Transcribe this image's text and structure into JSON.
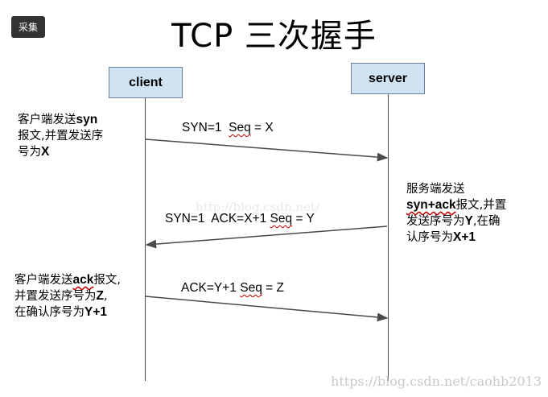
{
  "badge": "采集",
  "title": "TCP 三次握手",
  "participants": {
    "client": "client",
    "server": "server"
  },
  "messages": {
    "m1": {
      "pre": "SYN=1  ",
      "seq": "Seq",
      "post": " = X"
    },
    "m2": {
      "pre": "SYN=1  ACK=X+1 ",
      "seq": "Seq",
      "post": " = Y"
    },
    "m3": {
      "pre": "ACK=Y+1 ",
      "seq": "Seq",
      "post": " = Z"
    }
  },
  "notes": {
    "client1": {
      "l1a": "客户端发送",
      "l1b": "syn",
      "l2": "报文,并置发送序",
      "l3a": "号为",
      "l3b": "X"
    },
    "server1": {
      "l1": "服务端发送",
      "l2a": "syn+ack",
      "l2b": "报文,并置",
      "l3a": "发送序号为",
      "l3b": "Y",
      "l3c": ",在确",
      "l4a": "认序号为",
      "l4b": "X+1"
    },
    "client2": {
      "l1a": "客户端发送",
      "l1b": "ack",
      "l1c": "报文,",
      "l2a": "并置发送序号为",
      "l2b": "Z",
      "l2c": ",",
      "l3a": "在确认序号为",
      "l3b": "Y+1"
    }
  },
  "watermarks": {
    "center": "http://blog.csdn.net/",
    "corner": "https://blog.csdn.net/caohb2013"
  },
  "colors": {
    "box_fill": "#cfe3f3",
    "badge_bg": "#333333"
  }
}
